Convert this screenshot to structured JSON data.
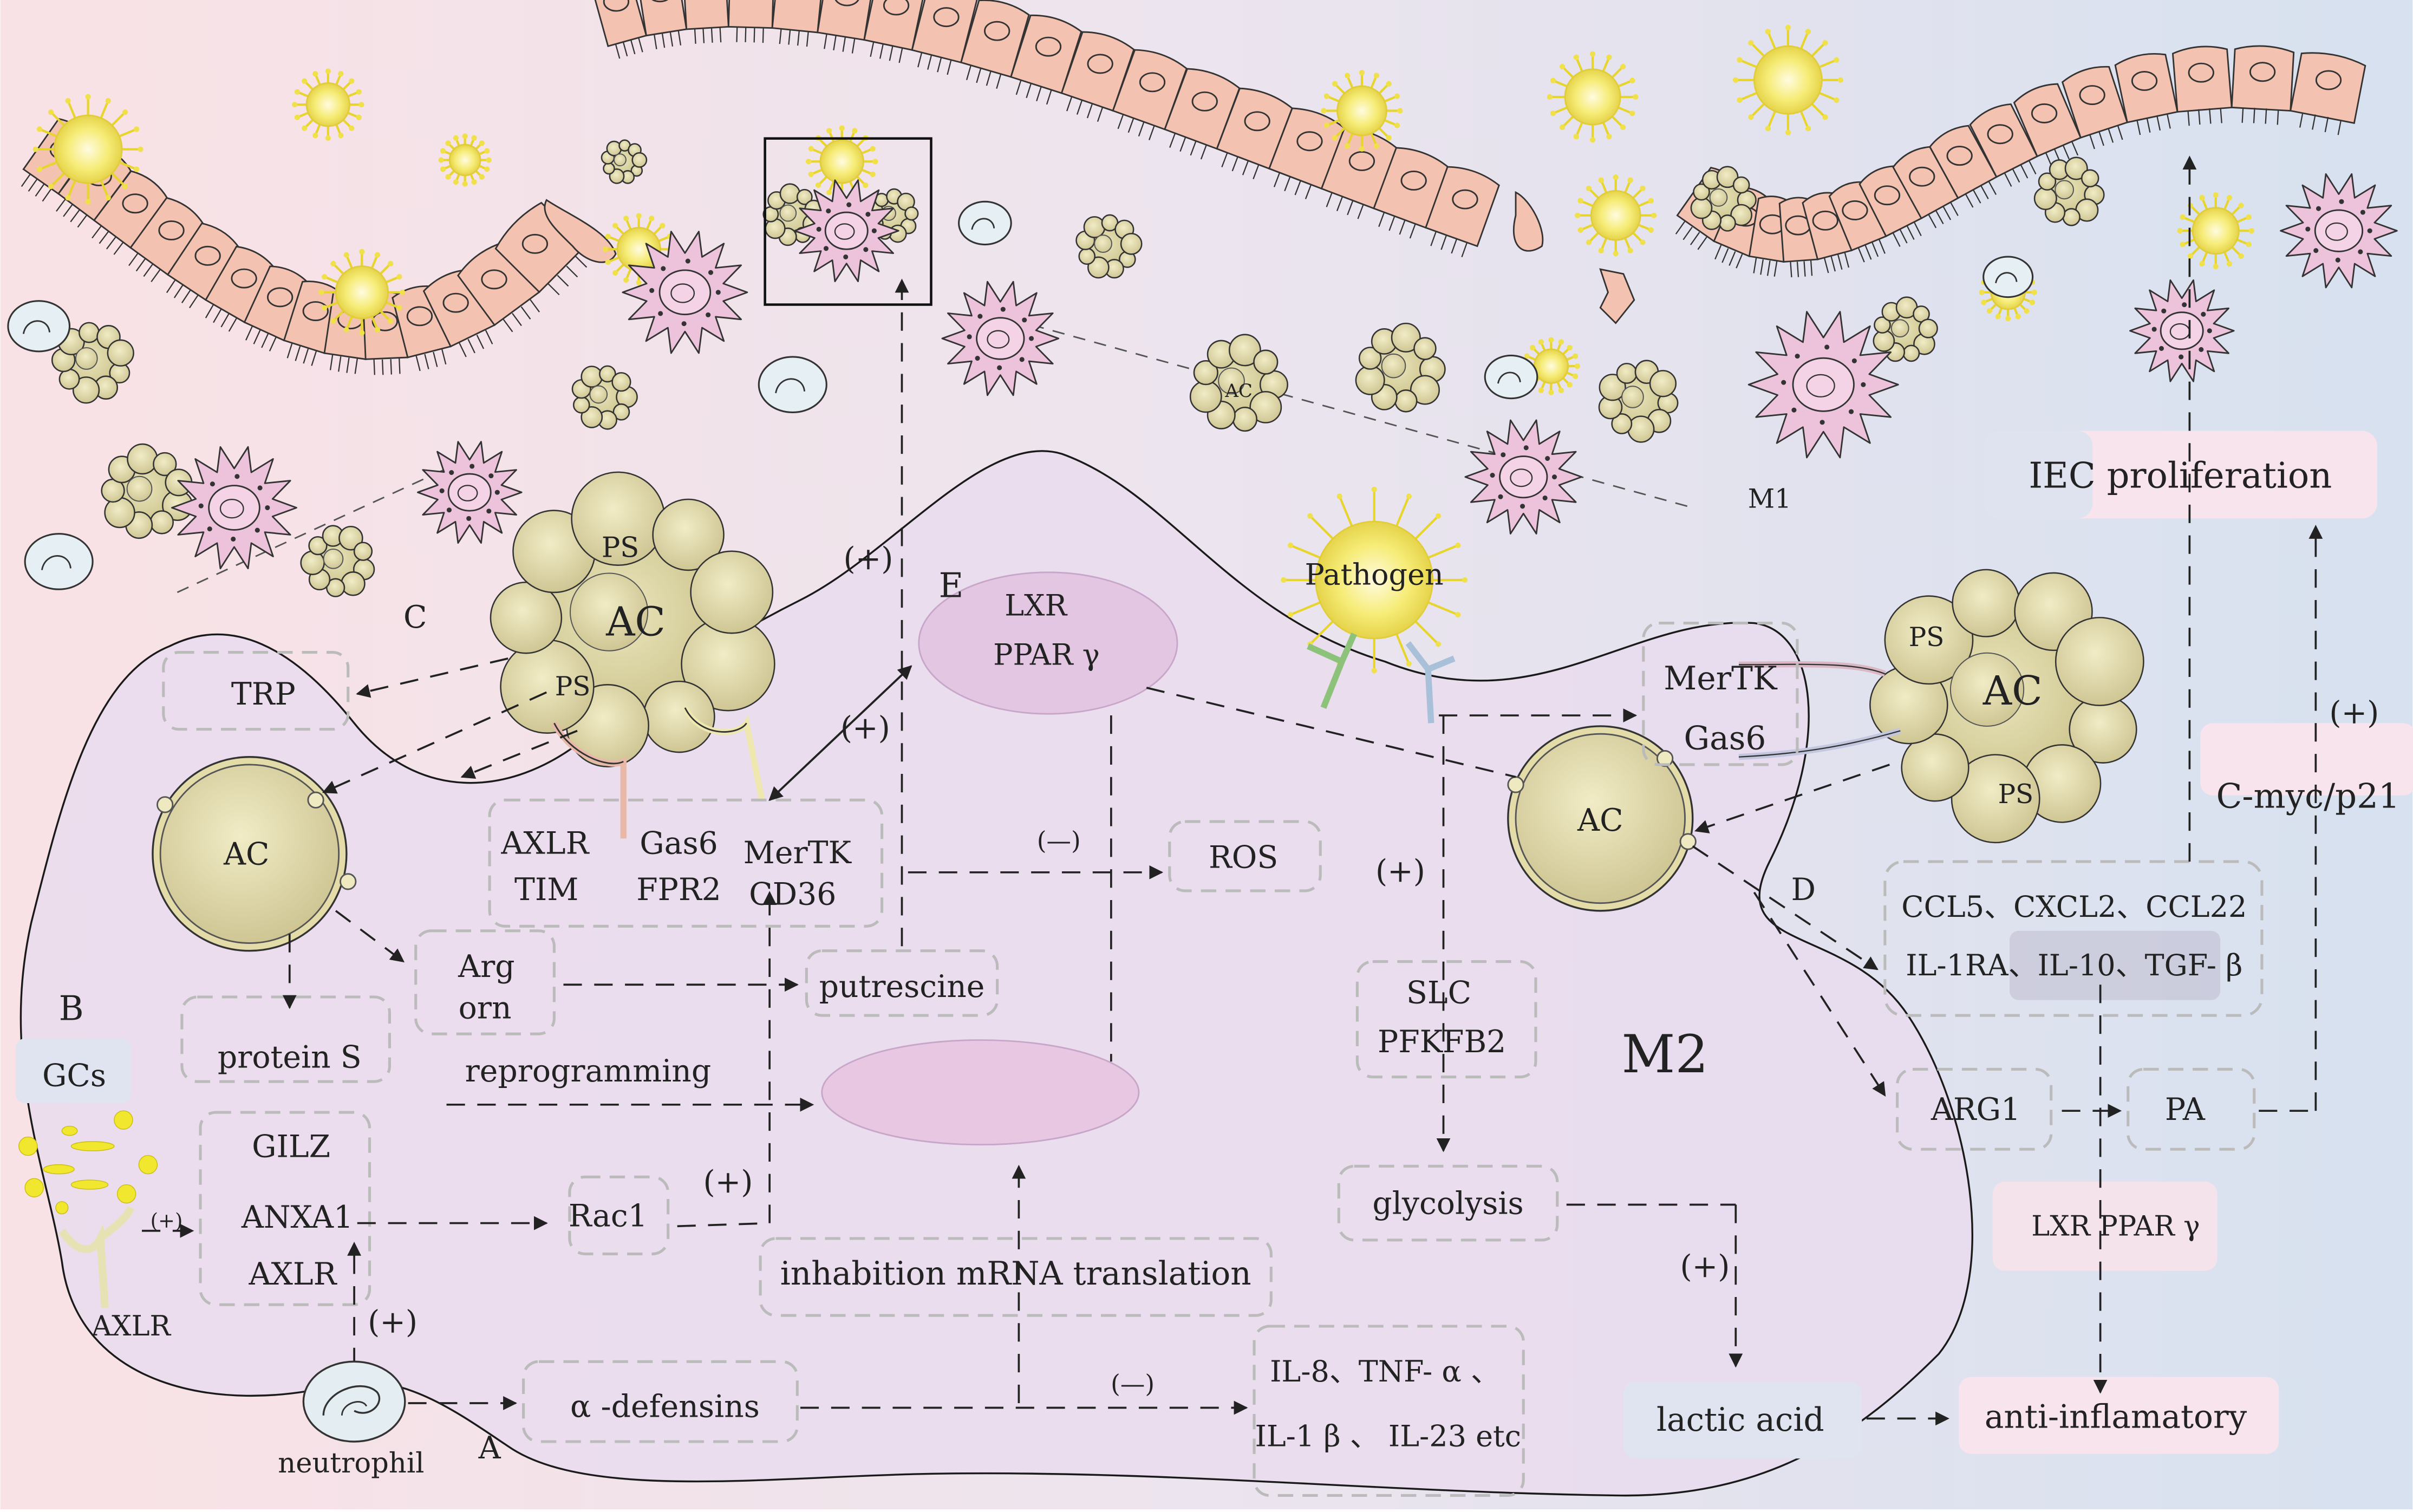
{
  "labels": {
    "ps": "PS",
    "ac": "AC",
    "ac_small": "AC",
    "c": "C",
    "trp": "TRP",
    "plus": "(+)",
    "minus": "(—)",
    "e": "E",
    "lxr": "LXR",
    "ppar": "PPAR γ",
    "pathogen": "Pathogen",
    "m1": "M1",
    "iec": "IEC proliferation",
    "mertk_gas6_1": "MerTK",
    "mertk_gas6_2": "Gas6",
    "cmyc": "C-myc/p21",
    "d": "D",
    "axlr": "AXLR",
    "tim": "TIM",
    "gas6": "Gas6",
    "fpr2": "FPR2",
    "mertk": "MerTK",
    "cd36": "CD36",
    "ros": "ROS",
    "slc": "SLC",
    "pfkfb2": "PFKFB2",
    "chemo1": "CCL5、CXCL2、CCL22",
    "chemo2": "IL-1RA、IL-10、TGF- β",
    "b": "B",
    "gcs": "GCs",
    "arg": "Arg",
    "orn": "orn",
    "putrescine": "putrescine",
    "protein_s": "protein S",
    "reprogramming": "reprogramming",
    "m2": "M2",
    "arg1": "ARG1",
    "pa": "PA",
    "gilz": "GILZ",
    "anxa1": "ANXA1",
    "axlr2": "AXLR",
    "rac1": "Rac1",
    "glycolysis": "glycolysis",
    "lxr_ppar2": "LXR PPAR γ",
    "inhabition": "inhabition mRNA translation",
    "axlr_rec": "AXLR",
    "defensins": "α -defensins",
    "il_line1": "IL-8、TNF- α 、",
    "il_line2": "IL-1 β 、 IL-23 etc",
    "lactic": "lactic acid",
    "anti": "anti-inflamatory",
    "neutrophil": "neutrophil",
    "a": "A"
  },
  "colors": {
    "epithelium": "#f4c2b0",
    "apoptotic_cell": "#e6e0b4",
    "macrophage": "#edc3dc",
    "pathogen": "#f3ea7a",
    "m2_body": "#ece0ee"
  }
}
